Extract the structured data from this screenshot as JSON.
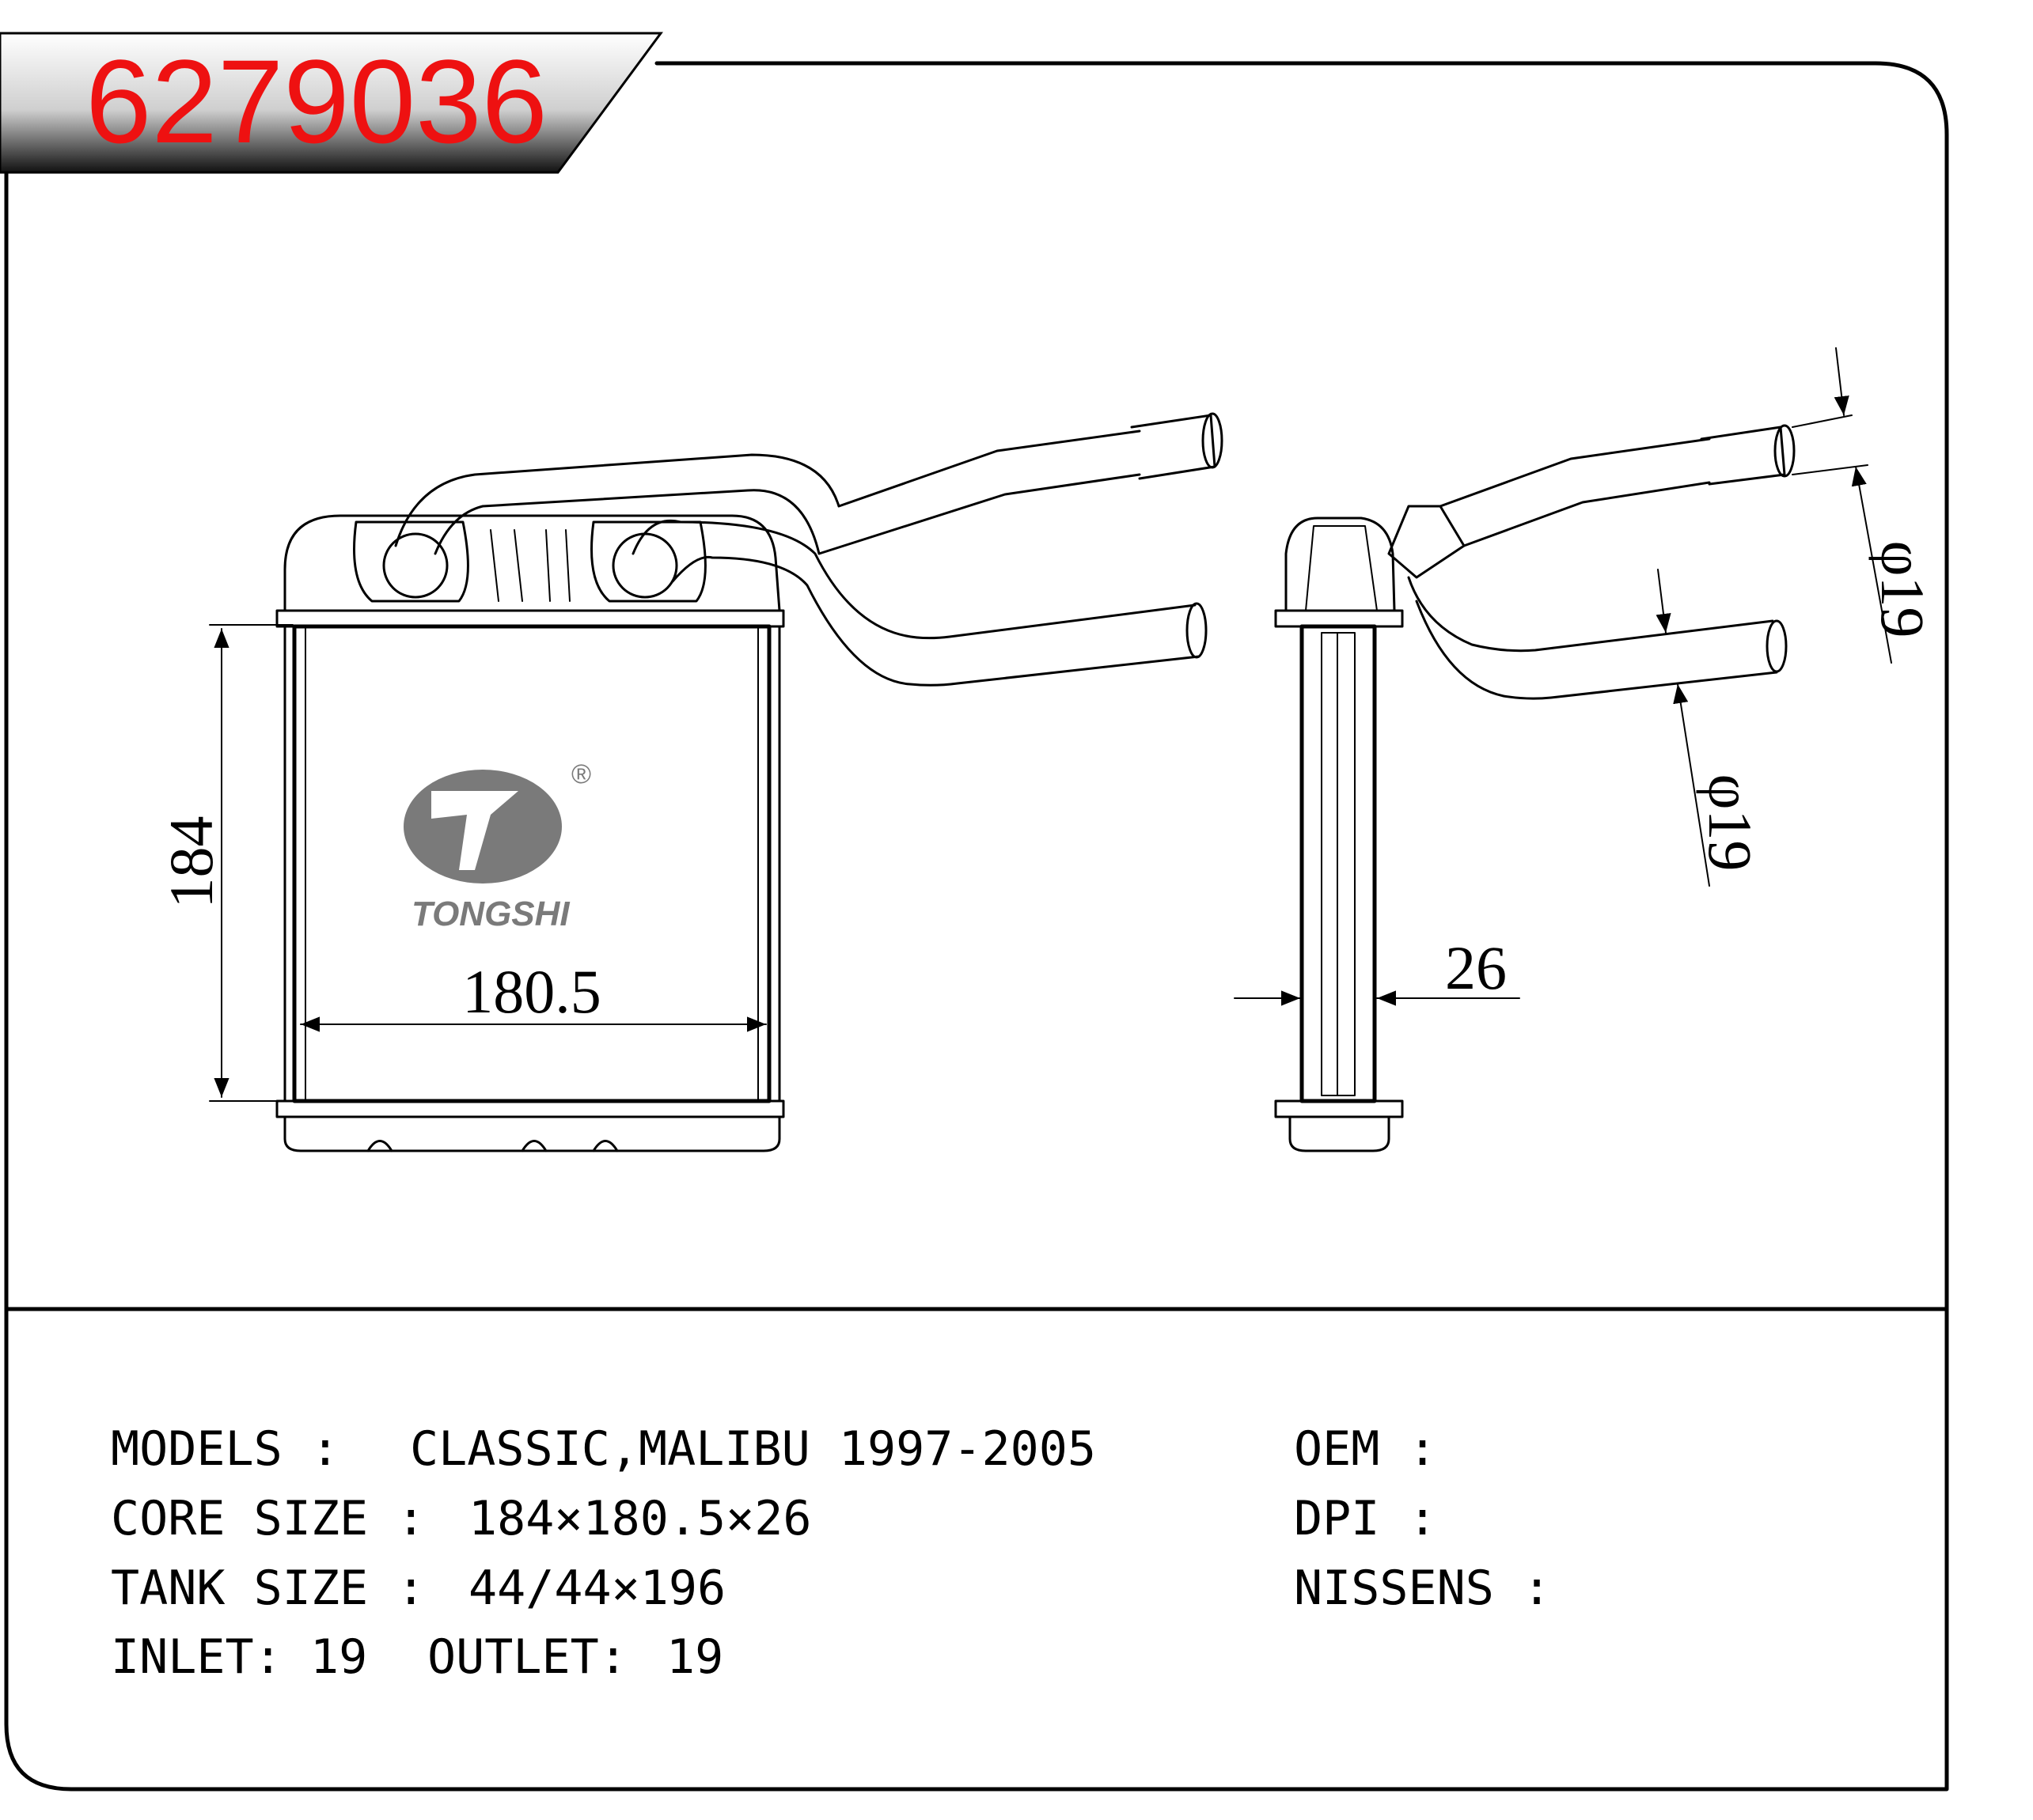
{
  "part_number": "6279036",
  "colors": {
    "part_number": "#ee1111",
    "banner_dark": "#111111",
    "logo": "#7a7a7a"
  },
  "logo": {
    "brand": "TONGSHI",
    "registered": "®"
  },
  "dimensions": {
    "height": "184",
    "width": "180.5",
    "depth": "26",
    "inlet_dia": "φ19",
    "outlet_dia": "φ19"
  },
  "specs": {
    "models_label": "MODELS :",
    "models_value": "CLASSIC,MALIBU 1997-2005",
    "core_label": "CORE SIZE :",
    "core_value": "184×180.5×26",
    "tank_label": "TANK SIZE :",
    "tank_value": "44/44×196",
    "inlet_label": "INLET:",
    "inlet_value": "19",
    "outlet_label": "OUTLET:",
    "outlet_value": "19",
    "oem_label": "OEM :",
    "dpi_label": "DPI :",
    "nissens_label": "NISSENS :"
  }
}
